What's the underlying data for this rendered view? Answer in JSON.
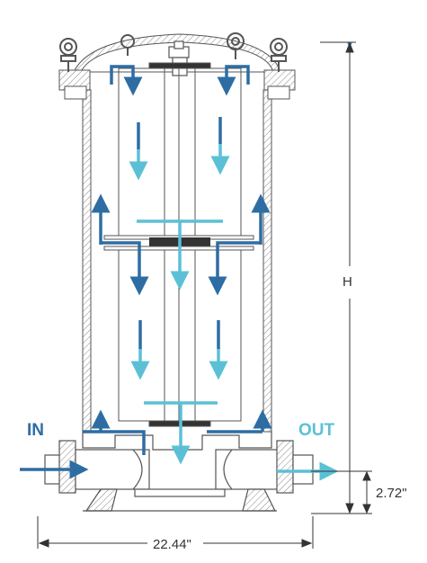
{
  "labels": {
    "inlet": "IN",
    "outlet": "OUT",
    "height": "H",
    "port_height": "2.72\"",
    "width": "22.44\""
  },
  "colors": {
    "inflow": "#2e6da4",
    "outflow": "#5bc0d6",
    "housing": "#555555",
    "dimension": "#333333"
  },
  "icons": [
    "lifting-eye-bolt-icon",
    "flow-arrow-icon"
  ]
}
